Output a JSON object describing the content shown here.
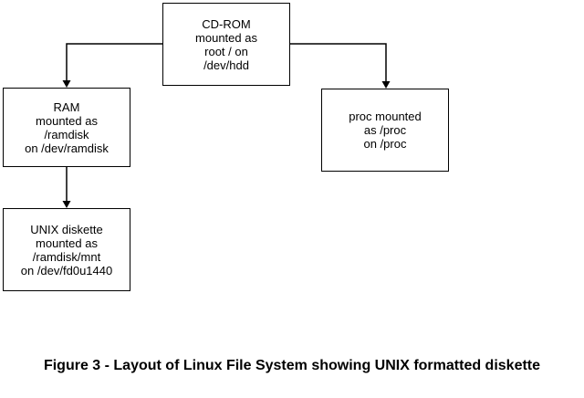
{
  "figure": {
    "caption": "Figure 3 - Layout of Linux File System showing UNIX formatted diskette"
  },
  "diagram": {
    "type": "flowchart",
    "nodes": {
      "cdrom": {
        "lines": [
          "CD-ROM",
          "mounted as",
          "root / on",
          "/dev/hdd"
        ]
      },
      "ram": {
        "lines": [
          "RAM",
          "mounted as",
          "/ramdisk",
          "on /dev/ramdisk"
        ]
      },
      "proc": {
        "lines": [
          "proc mounted",
          "as /proc",
          "on /proc"
        ]
      },
      "unix_diskette": {
        "lines": [
          "UNIX diskette",
          "mounted as",
          "/ramdisk/mnt",
          "on /dev/fd0u1440"
        ]
      }
    },
    "edges": [
      {
        "from": "cdrom",
        "to": "ram",
        "arrow": "down"
      },
      {
        "from": "cdrom",
        "to": "proc",
        "arrow": "down"
      },
      {
        "from": "ram",
        "to": "unix_diskette",
        "arrow": "down"
      }
    ],
    "colors": {
      "background": "#ffffff",
      "line": "#000000",
      "box_border": "#000000",
      "text": "#000000"
    }
  }
}
